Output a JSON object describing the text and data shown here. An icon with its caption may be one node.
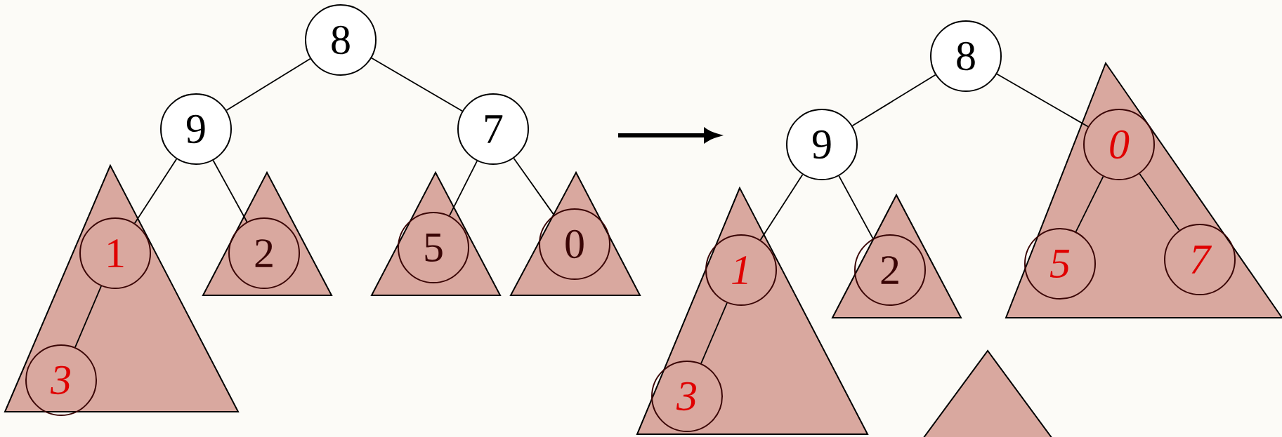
{
  "diagram": {
    "nodes": [
      {
        "text": [
          "8"
        ]
      },
      {
        "text": [
          "9"
        ]
      },
      {
        "text": [
          "7"
        ]
      },
      {
        "text": [
          "1"
        ]
      },
      {
        "text": [
          "2"
        ]
      },
      {
        "text": [
          "5"
        ]
      },
      {
        "text": [
          "0"
        ]
      },
      {
        "text": [
          "3"
        ]
      },
      {
        "text": [
          "8"
        ]
      },
      {
        "text": [
          "9"
        ]
      },
      {
        "text": [
          "0"
        ]
      },
      {
        "text": [
          "1"
        ]
      },
      {
        "text": [
          "2"
        ]
      },
      {
        "text": [
          "5"
        ]
      },
      {
        "text": [
          "7"
        ]
      },
      {
        "text": [
          "3"
        ]
      }
    ],
    "edges": [
      {
        "from": 0,
        "to": 1,
        "arrow": "none"
      },
      {
        "from": 0,
        "to": 2,
        "arrow": "none"
      },
      {
        "from": 1,
        "to": 3,
        "arrow": "none"
      },
      {
        "from": 1,
        "to": 4,
        "arrow": "none"
      },
      {
        "from": 2,
        "to": 5,
        "arrow": "none"
      },
      {
        "from": 2,
        "to": 6,
        "arrow": "none"
      },
      {
        "from": 3,
        "to": 7,
        "arrow": "none"
      },
      {
        "from": 8,
        "to": 9,
        "arrow": "none"
      },
      {
        "from": 8,
        "to": 10,
        "arrow": "none"
      },
      {
        "from": 9,
        "to": 11,
        "arrow": "none"
      },
      {
        "from": 9,
        "to": 12,
        "arrow": "none"
      },
      {
        "from": 10,
        "to": 13,
        "arrow": "none"
      },
      {
        "from": 10,
        "to": 14,
        "arrow": "none"
      },
      {
        "from": 11,
        "to": 15,
        "arrow": "none"
      }
    ]
  }
}
